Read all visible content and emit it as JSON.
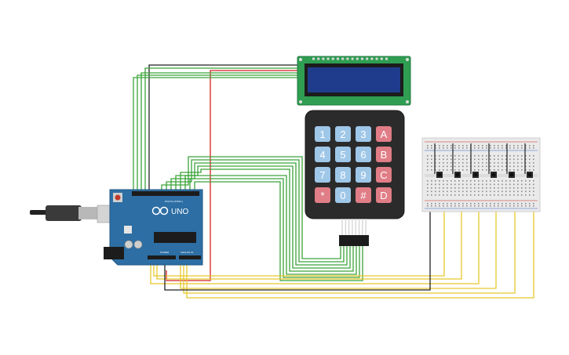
{
  "arduino": {
    "brand_label": "UNO",
    "header_labels": [
      "DIGITAL (PWM~)",
      "POWER",
      "ANALOG IN"
    ]
  },
  "keypad": {
    "rows": [
      [
        "1",
        "2",
        "3",
        "A"
      ],
      [
        "4",
        "5",
        "6",
        "B"
      ],
      [
        "7",
        "8",
        "9",
        "C"
      ],
      [
        "*",
        "0",
        "#",
        "D"
      ]
    ]
  },
  "colors": {
    "arduino_board": "#2d6ea4",
    "lcd_board": "#2f9e52",
    "lcd_screen": "#1f3c8c",
    "keypad_body": "#2b2b2b",
    "key_blue": "#9fc7e8",
    "key_red": "#e07d86",
    "wire_green": "#3aa33a",
    "wire_yellow": "#e8c82c",
    "wire_red": "#d42020",
    "wire_black": "#222222"
  },
  "breadboard": {
    "button_count": 6
  }
}
